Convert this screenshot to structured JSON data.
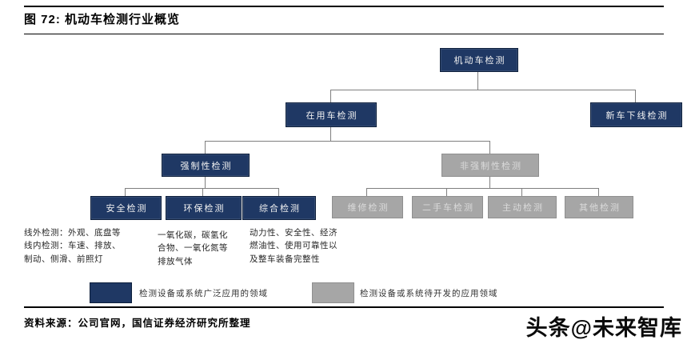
{
  "title": "图 72:  机动车检测行业概览",
  "colors": {
    "applied_navy": "#1F3864",
    "to_develop_gray": "#A6A6A6"
  },
  "nodes": {
    "root": {
      "label": "机动车检测"
    },
    "in_use": {
      "label": "在用车检测"
    },
    "new_offline": {
      "label": "新车下线检测"
    },
    "mandatory": {
      "label": "强制性检测"
    },
    "non_mandatory": {
      "label": "非强制性检测"
    },
    "safety": {
      "label": "安全检测"
    },
    "env": {
      "label": "环保检测"
    },
    "comprehensive": {
      "label": "综合检测"
    },
    "maintenance": {
      "label": "维修检测"
    },
    "used_car": {
      "label": "二手车检测"
    },
    "active": {
      "label": "主动检测"
    },
    "other": {
      "label": "其他检测"
    }
  },
  "annotations": {
    "safety_note": "线外检测：外观、底盘等\n线内检测：车速、排放、制动、侧滑、前照灯",
    "env_note": "一氧化碳，碳氢化合物、一氧化氮等排放气体",
    "comprehensive_note": "动力性、安全性、经济燃油性、使用可靠性以及整车装备完整性"
  },
  "legend": {
    "applied": "检测设备或系统广泛应用的领域",
    "to_develop": "检测设备或系统待开发的应用领域"
  },
  "source": "资料来源：公司官网，国信证券经济研究所整理",
  "watermark": "头条@未来智库"
}
